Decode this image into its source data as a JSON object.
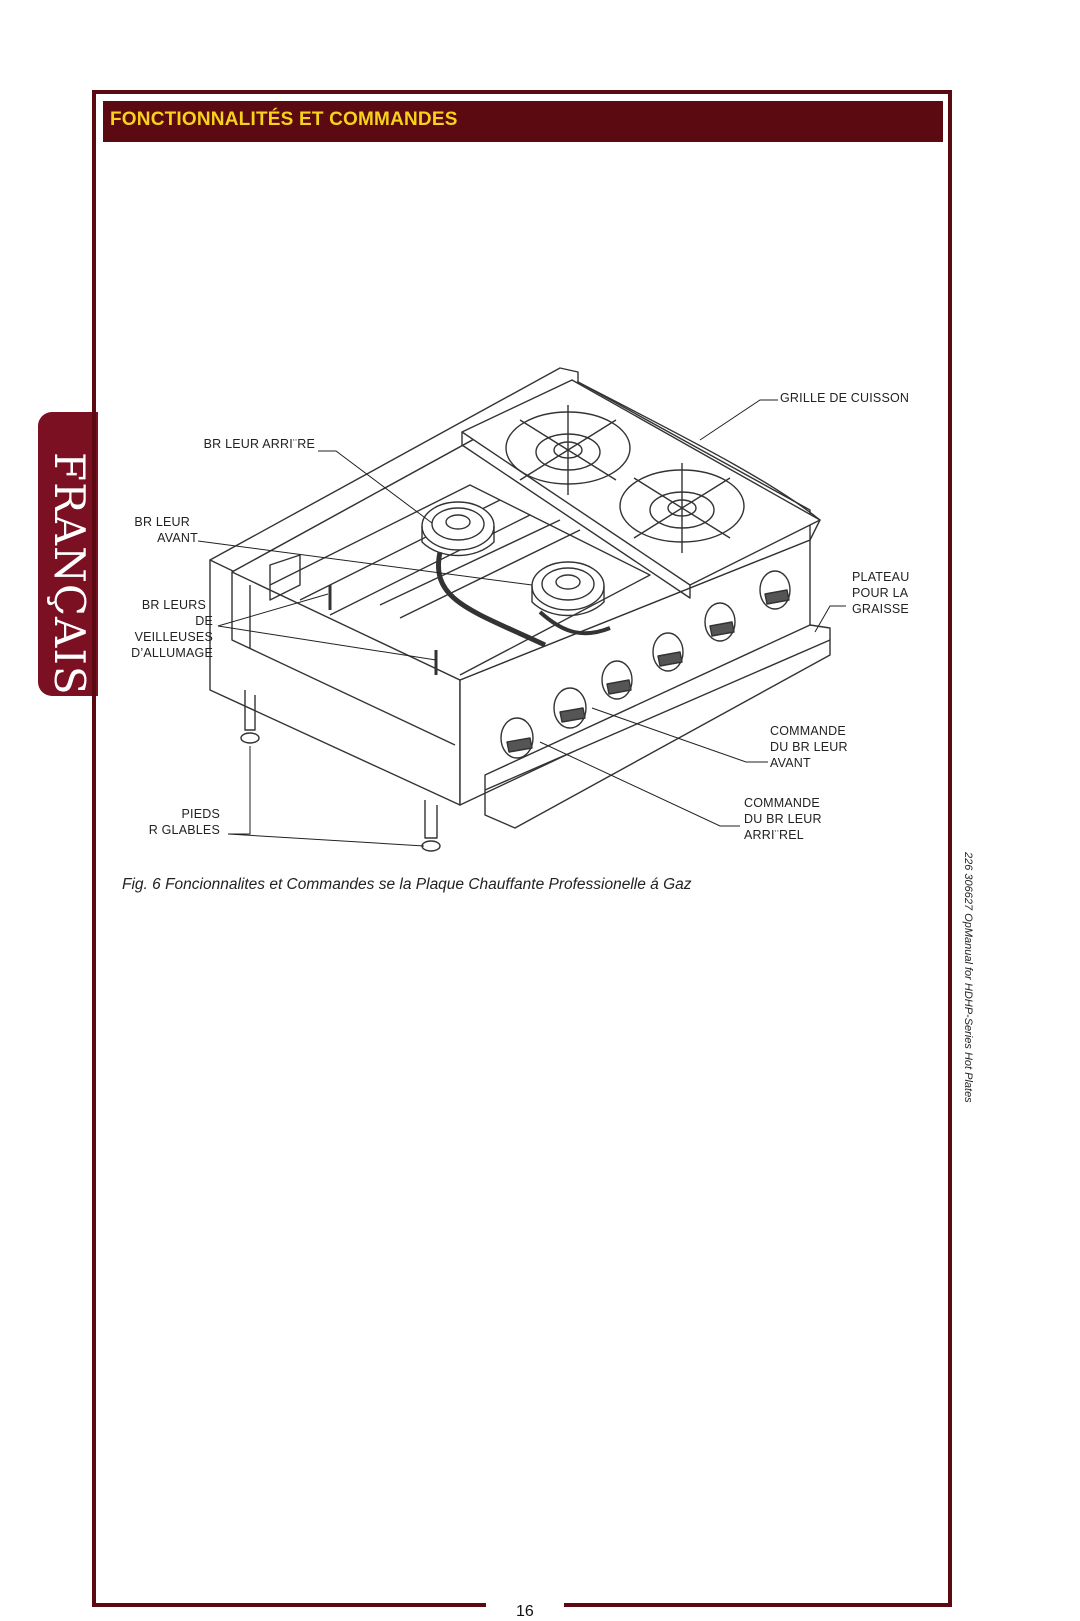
{
  "header": {
    "title": "FONCTIONNALITÉS ET COMMANDES"
  },
  "side_tab": {
    "label": "FRANÇAIS"
  },
  "figure": {
    "caption": "Fig. 6  Foncionnalites et Commandes se la Plaque Chauffante Professionelle á Gaz",
    "labels": {
      "grille": "GRILLE DE CUISSON",
      "bruleur_arriere": "BR LEUR ARRI¨RE",
      "bruleur_avant_1": "BR LEUR",
      "bruleur_avant_2": "AVANT",
      "veilleuses_1": "BR LEURS",
      "veilleuses_2": "DE",
      "veilleuses_3": "VEILLEUSES",
      "veilleuses_4": "D’ALLUMAGE",
      "plateau_1": "PLATEAU",
      "plateau_2": "POUR LA",
      "plateau_3": "GRAISSE",
      "cmd_avant_1": "COMMANDE",
      "cmd_avant_2": "DU BR LEUR",
      "cmd_avant_3": "AVANT",
      "cmd_arriere_1": "COMMANDE",
      "cmd_arriere_2": "DU BR LEUR",
      "cmd_arriere_3": "ARRI¨REL",
      "pieds_1": "PIEDS",
      "pieds_2": "R GLABLES"
    }
  },
  "footer": {
    "side_note": "226   306627  OpManual for HDHP-Series Hot Plates",
    "page_number": "16"
  },
  "colors": {
    "brand": "#5a0a10",
    "title": "#f7d21a",
    "tab": "#7a1022"
  }
}
